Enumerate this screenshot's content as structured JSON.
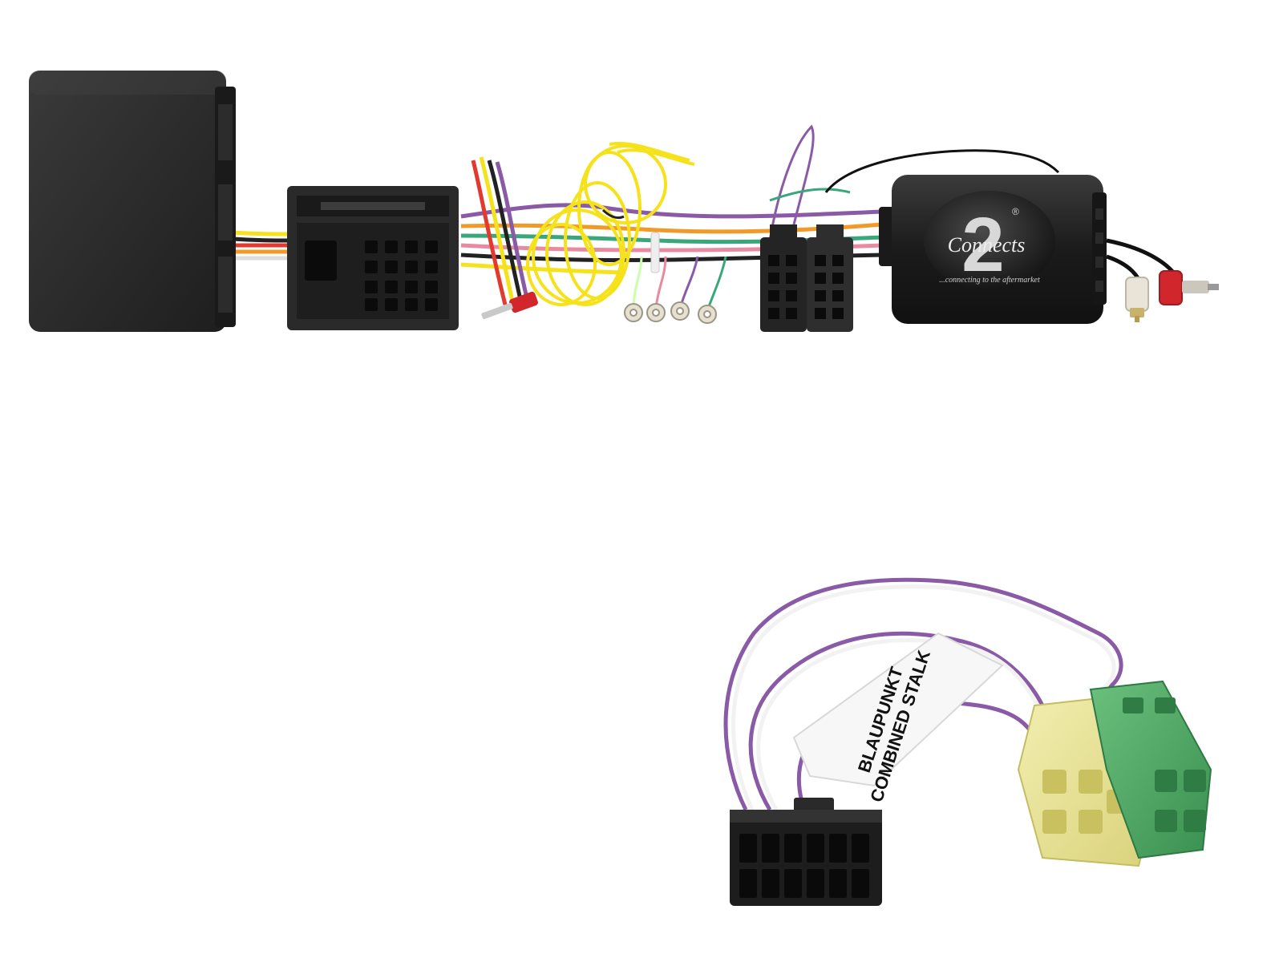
{
  "brand": {
    "logo_wordmark": "Connects",
    "logo_numeral": "2",
    "registered_mark": "®",
    "tagline": "...connecting to the aftermarket"
  },
  "label_tag": {
    "line1": "BLAUPUNKT",
    "line2": "COMBINED STALK"
  },
  "colors": {
    "plastic_black": "#2b2b2b",
    "module_gloss": "#1c1c1c",
    "wire_yellow": "#f5e21a",
    "wire_purple": "#8a5aa6",
    "wire_white": "#f2f2f2",
    "connector_yellow": "#e8e39a",
    "connector_green": "#4ea763",
    "rca_red": "#d1262b",
    "rca_white": "#e9e4d8"
  }
}
